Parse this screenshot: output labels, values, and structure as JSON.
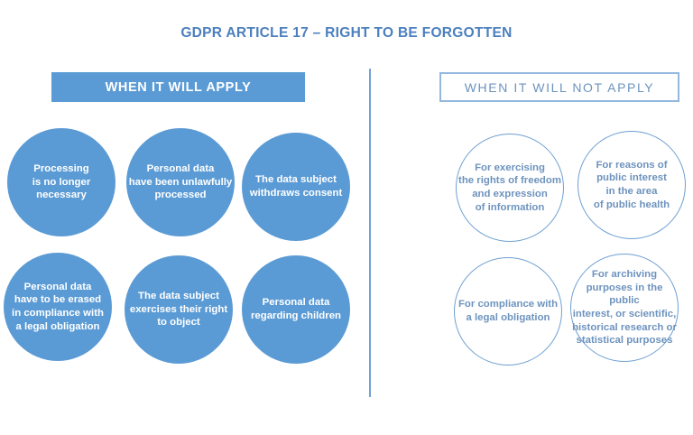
{
  "title": "GDPR ARTICLE 17 – RIGHT TO BE FORGOTTEN",
  "colors": {
    "accent_fill": "#5B9BD5",
    "accent_outline": "#6E9FD2",
    "title_text": "#4B7FBE",
    "outline_text": "#6D93BE",
    "divider": "#6FA2DA",
    "background": "#FFFFFF"
  },
  "left_panel": {
    "header": "WHEN IT WILL APPLY",
    "style": "filled",
    "items": [
      {
        "line1": "Processing",
        "line2": "is no longer",
        "line3": "necessary"
      },
      {
        "line1": "Personal data",
        "line2": "have been unlawfully",
        "line3": "processed"
      },
      {
        "line1": "The data subject",
        "line2": "withdraws consent"
      },
      {
        "line1": "Personal data",
        "line2": "have to be erased",
        "line3": "in compliance with",
        "line4": "a legal obligation"
      },
      {
        "line1": "The data subject",
        "line2": "exercises their right",
        "line3": "to object"
      },
      {
        "line1": "Personal data",
        "line2": "regarding children"
      }
    ]
  },
  "right_panel": {
    "header": "WHEN IT WILL NOT APPLY",
    "style": "outlined",
    "items": [
      {
        "line1": "For exercising",
        "line2": "the rights of freedom",
        "line3": "and expression",
        "line4": "of information"
      },
      {
        "line1": "For reasons of",
        "line2": "public interest",
        "line3": "in the area",
        "line4": "of public health"
      },
      {
        "line1": "For compliance with",
        "line2": "a legal obligation"
      },
      {
        "line1": "For archiving",
        "line2": "purposes in the public",
        "line3": "interest, or scientific,",
        "line4": "historical research or",
        "line5": "statistical purposes"
      }
    ]
  }
}
